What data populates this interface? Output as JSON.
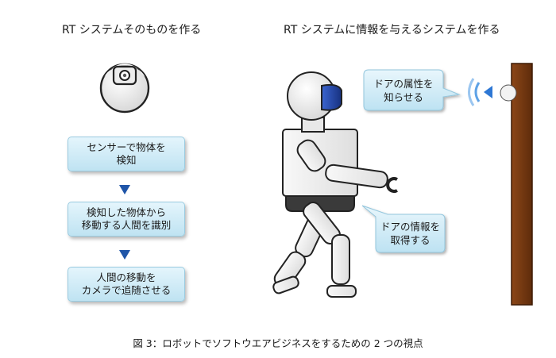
{
  "headings": {
    "left": "RT システムそのものを作る",
    "right": "RT システムに情報を与えるシステムを作る"
  },
  "flow": {
    "step1": "センサーで物体を\n検知",
    "step2": "検知した物体から\n移動する人間を識別",
    "step3": "人間の移動を\nカメラで追随させる"
  },
  "callouts": {
    "door_attributes": "ドアの属性を\n知らせる",
    "door_info": "ドアの情報を\n取得する"
  },
  "caption": "図 3：ロボットでソフトウエアビジネスをするための 2 つの視点",
  "colors": {
    "flow_box_top": "#e4f5fc",
    "flow_box_bottom": "#bfe3f2",
    "arrow": "#1f55a8",
    "visor": "#2149b5",
    "door": "#7a3a10",
    "signal": "#2d77d4"
  }
}
